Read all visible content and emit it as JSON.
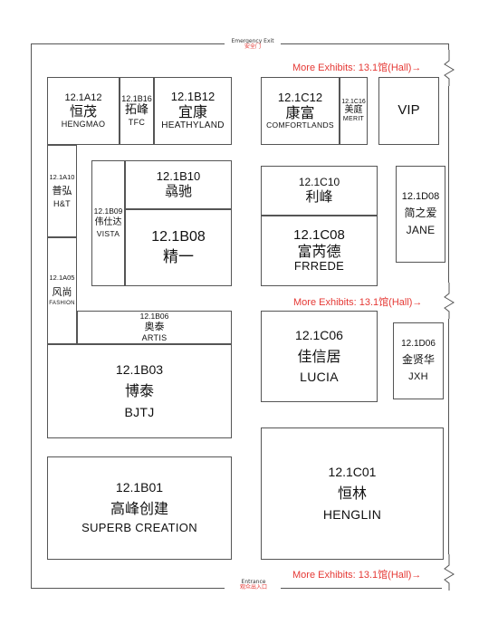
{
  "signs": {
    "emergency_en": "Emergency Exit",
    "emergency_cn": "安全门",
    "entrance_en": "Entrance",
    "entrance_cn": "观众出入口"
  },
  "more_exhibits": {
    "top": "More Exhibits: 13.1馆(Hall)→",
    "middle": "More Exhibits: 13.1馆(Hall)→",
    "bottom": "More Exhibits: 13.1馆(Hall)→",
    "color": "#e53935"
  },
  "booths": {
    "a12": {
      "code": "12.1A12",
      "cn": "恒茂",
      "en": "HENGMAO"
    },
    "b16": {
      "code": "12.1B16",
      "cn": "拓峰",
      "en": "TFC"
    },
    "b12": {
      "code": "12.1B12",
      "cn": "宜康",
      "en": "HEATHYLAND"
    },
    "c12": {
      "code": "12.1C12",
      "cn": "康富",
      "en": "COMFORTLANDS"
    },
    "c16": {
      "code": "12.1C16",
      "cn": "美庭",
      "en": "MERIT"
    },
    "vip": {
      "code": "VIP"
    },
    "a10": {
      "code": "12.1A10",
      "cn": "普弘",
      "en": "H&T"
    },
    "b10": {
      "code": "12.1B10",
      "cn": "骉驰"
    },
    "b09": {
      "code": "12.1B09",
      "cn": "伟仕达",
      "en": "VISTA"
    },
    "b08": {
      "code": "12.1B08",
      "cn": "精一"
    },
    "c10": {
      "code": "12.1C10",
      "cn": "利峰"
    },
    "c08": {
      "code": "12.1C08",
      "cn": "富芮德",
      "en": "FRREDE"
    },
    "d08": {
      "code": "12.1D08",
      "cn": "简之爱",
      "en": "JANE"
    },
    "a05": {
      "code": "12.1A05",
      "cn": "风尚",
      "en": "FASHION"
    },
    "b06": {
      "code": "12.1B06",
      "cn": "奥泰",
      "en": "ARTIS"
    },
    "b03": {
      "code": "12.1B03",
      "cn": "博泰",
      "en": "BJTJ"
    },
    "c06": {
      "code": "12.1C06",
      "cn": "佳信居",
      "en": "LUCIA"
    },
    "d06": {
      "code": "12.1D06",
      "cn": "金贤华",
      "en": "JXH"
    },
    "b01": {
      "code": "12.1B01",
      "cn": "高峰创建",
      "en": "SUPERB CREATION"
    },
    "c01": {
      "code": "12.1C01",
      "cn": "恒林",
      "en": "HENGLIN"
    }
  }
}
